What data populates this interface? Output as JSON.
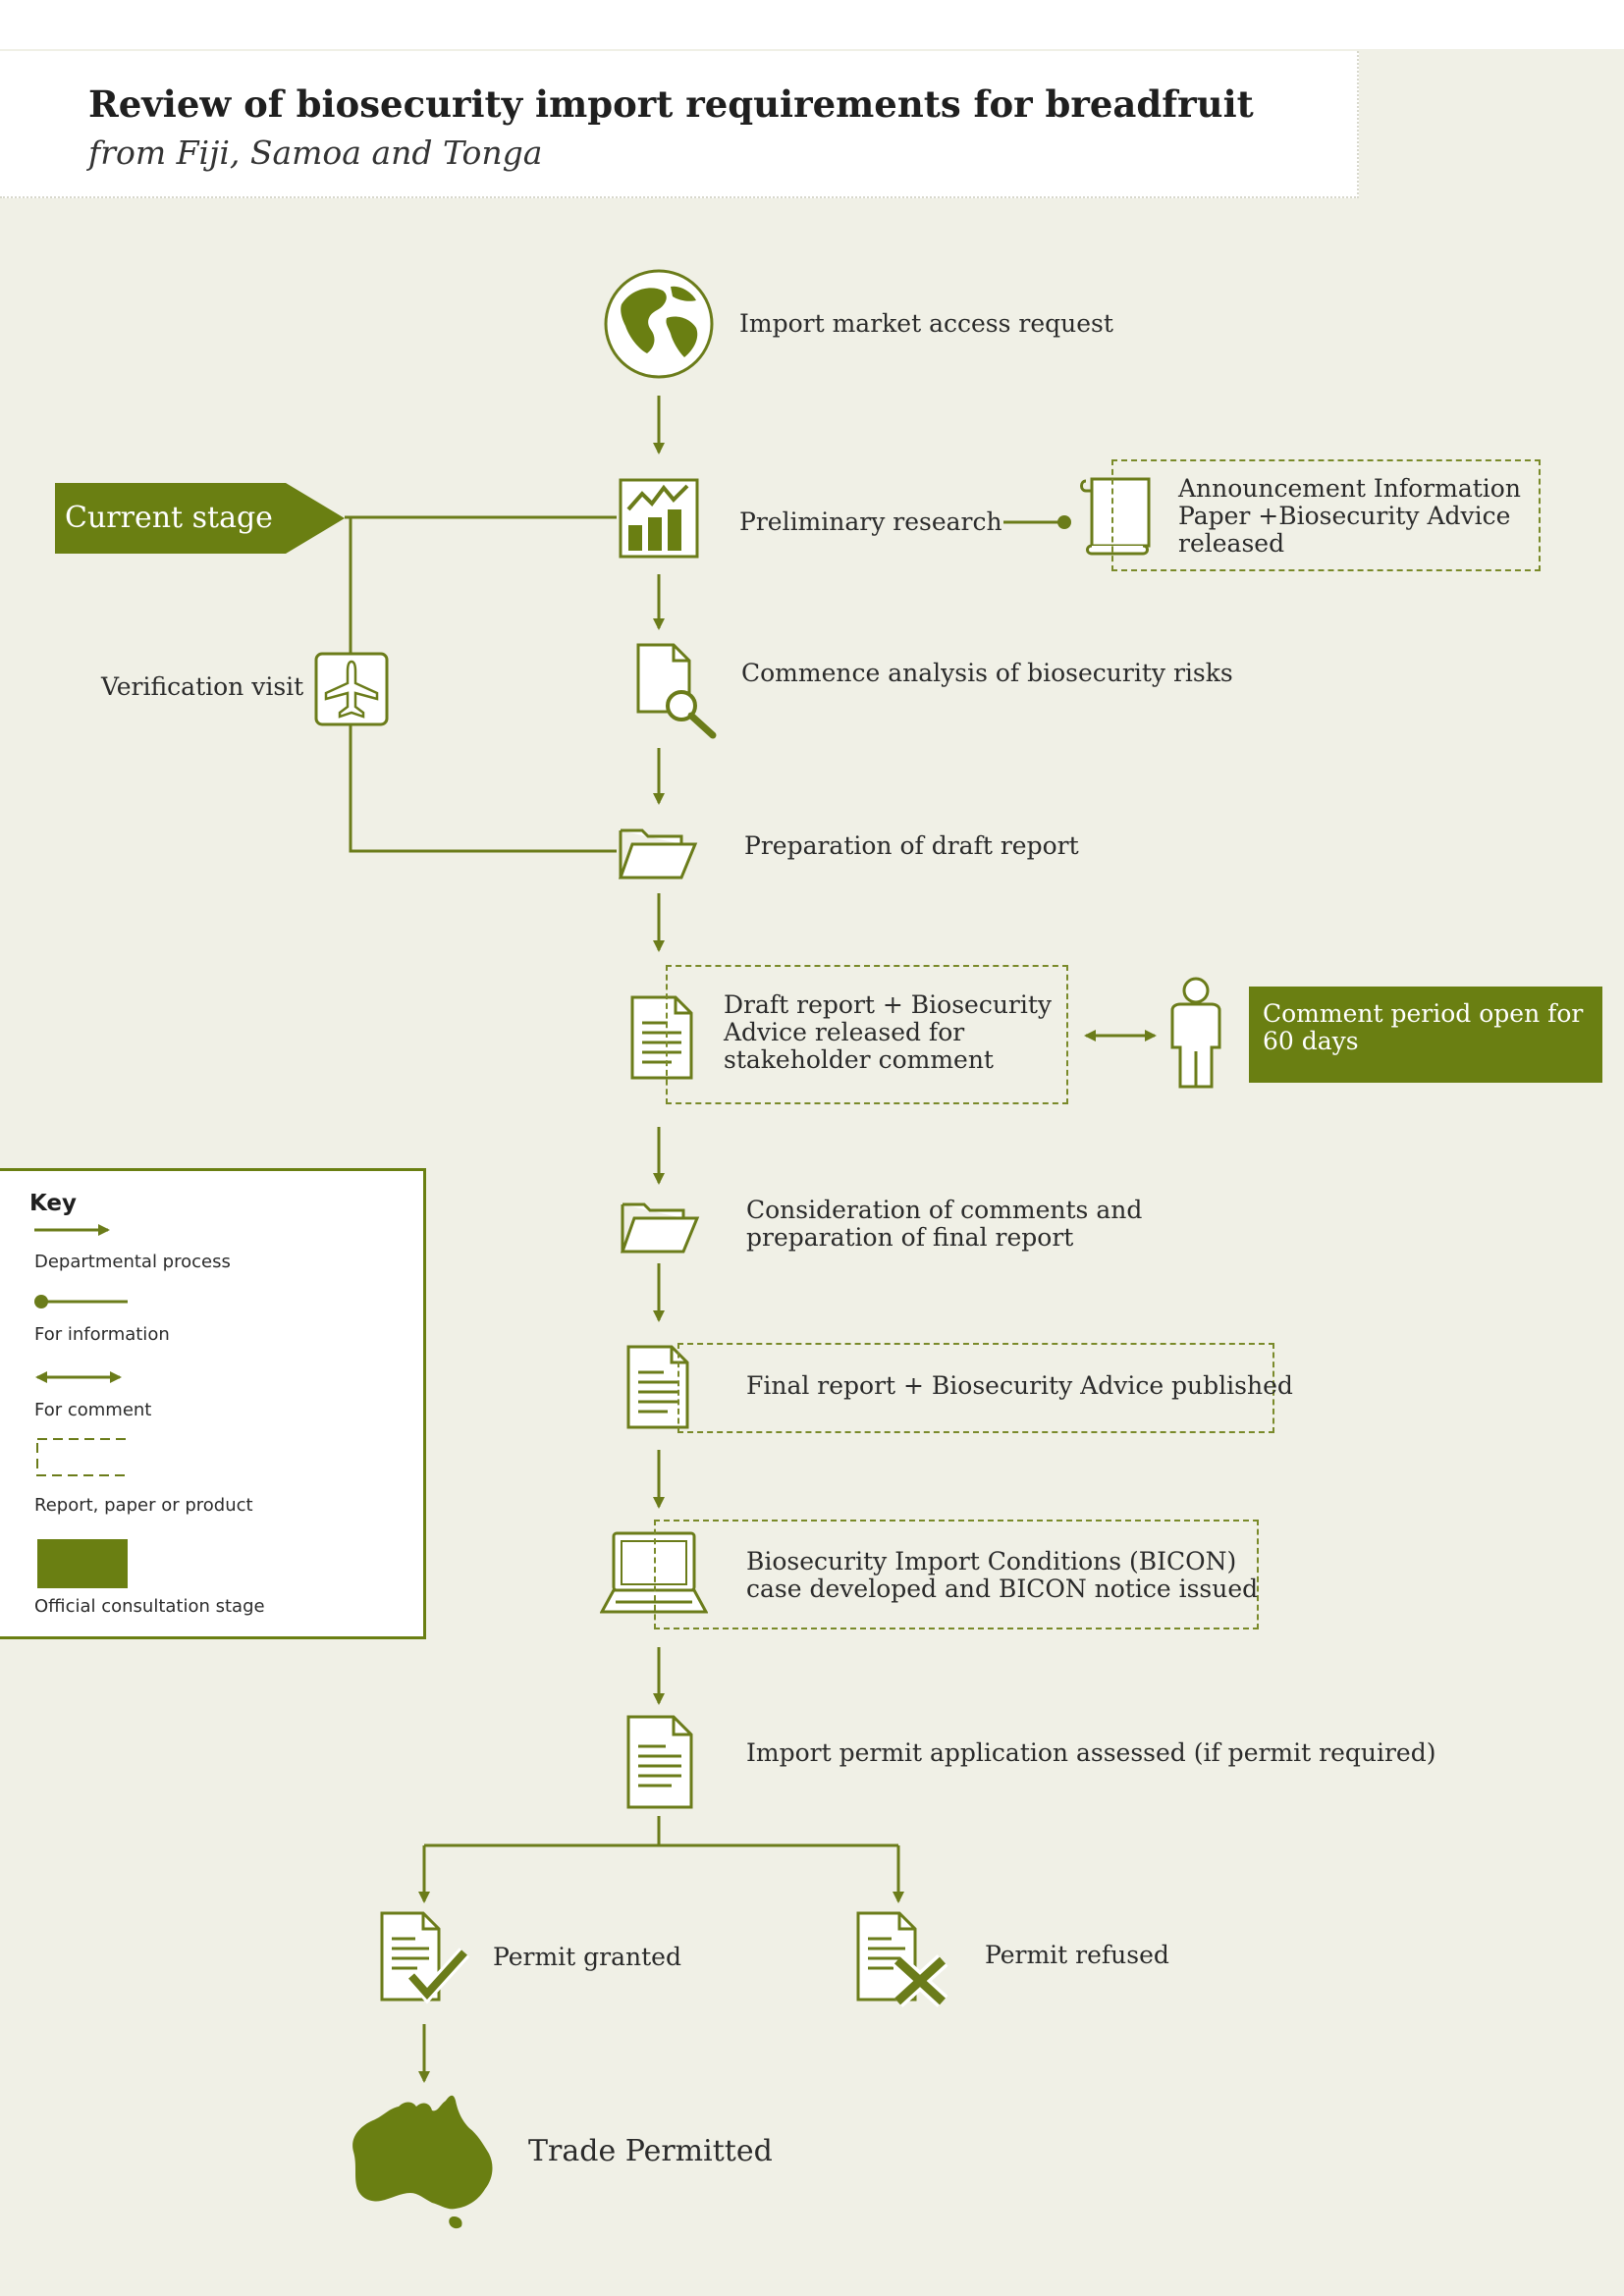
{
  "header": {
    "title": "Review of biosecurity import requirements for breadfruit",
    "subtitle": "from Fiji, Samoa and Tonga"
  },
  "colors": {
    "accent": "#6a7f12",
    "stroke": "#6b7c1a",
    "panel": "#f0f0e6"
  },
  "current_stage": {
    "label": "Current stage"
  },
  "verification": {
    "label": "Verification visit"
  },
  "steps": [
    {
      "icon": "globe-icon",
      "label": "Import market access request"
    },
    {
      "icon": "chart-icon",
      "label": "Preliminary research"
    },
    {
      "icon": "magnifier-document-icon",
      "label": "Commence analysis of biosecurity risks"
    },
    {
      "icon": "folder-icon",
      "label": "Preparation of draft report"
    },
    {
      "icon": "document-icon",
      "label_lines": [
        "Draft report + Biosecurity",
        "Advice released for",
        "stakeholder comment"
      ]
    },
    {
      "icon": "folder-icon",
      "label_lines": [
        "Consideration of comments and",
        "preparation of final report"
      ]
    },
    {
      "icon": "document-icon",
      "label": "Final report + Biosecurity Advice published"
    },
    {
      "icon": "laptop-icon",
      "label_lines": [
        "Biosecurity Import Conditions (BICON)",
        "case developed and BICON notice issued"
      ]
    },
    {
      "icon": "document-icon",
      "label": "Import permit application assessed (if permit required)"
    }
  ],
  "announcement": {
    "lines": [
      "Announcement Information",
      "Paper +Biosecurity Advice",
      "released"
    ]
  },
  "comment_period": {
    "lines": [
      "Comment period open for",
      "60 days"
    ]
  },
  "outcomes": {
    "granted": "Permit granted",
    "refused": "Permit refused",
    "trade": "Trade Permitted"
  },
  "key": {
    "title": "Key",
    "items": [
      "Departmental process",
      "For information",
      "For comment",
      "Report, paper or product",
      "Official consultation stage"
    ]
  }
}
